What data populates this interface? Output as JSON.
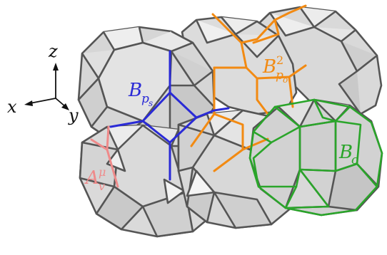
{
  "axes": {
    "x_label": "x",
    "y_label": "y",
    "z_label": "z"
  },
  "labels": {
    "bps": {
      "main": "B",
      "sub": "p",
      "subsub": "s"
    },
    "bpo": {
      "main": "B",
      "sup": "2",
      "sub": "p",
      "subsub": "o"
    },
    "bc": {
      "main": "B",
      "sub": "c"
    },
    "av": {
      "main": "A",
      "sup": "μ",
      "sub": "v"
    }
  },
  "colors": {
    "edge": "#555555",
    "face_light": "#ececec",
    "face_mid": "#d7d7d7",
    "face_dark": "#c2c2c2",
    "blue": "#2a2ad6",
    "orange": "#f28a12",
    "green": "#2aa52a",
    "pink": "#ef8a8a"
  }
}
